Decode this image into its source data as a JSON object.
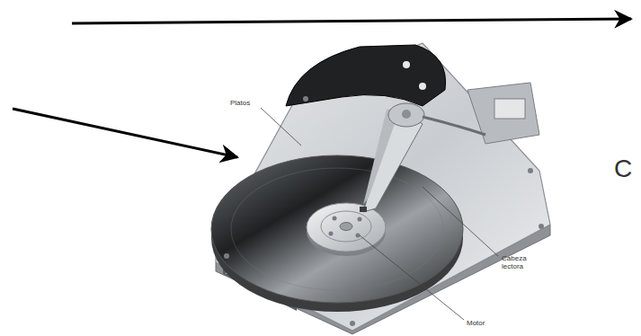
{
  "diagram": {
    "labels": [
      "Platos",
      "Cabeza lectora",
      "Motor",
      "C"
    ]
  }
}
